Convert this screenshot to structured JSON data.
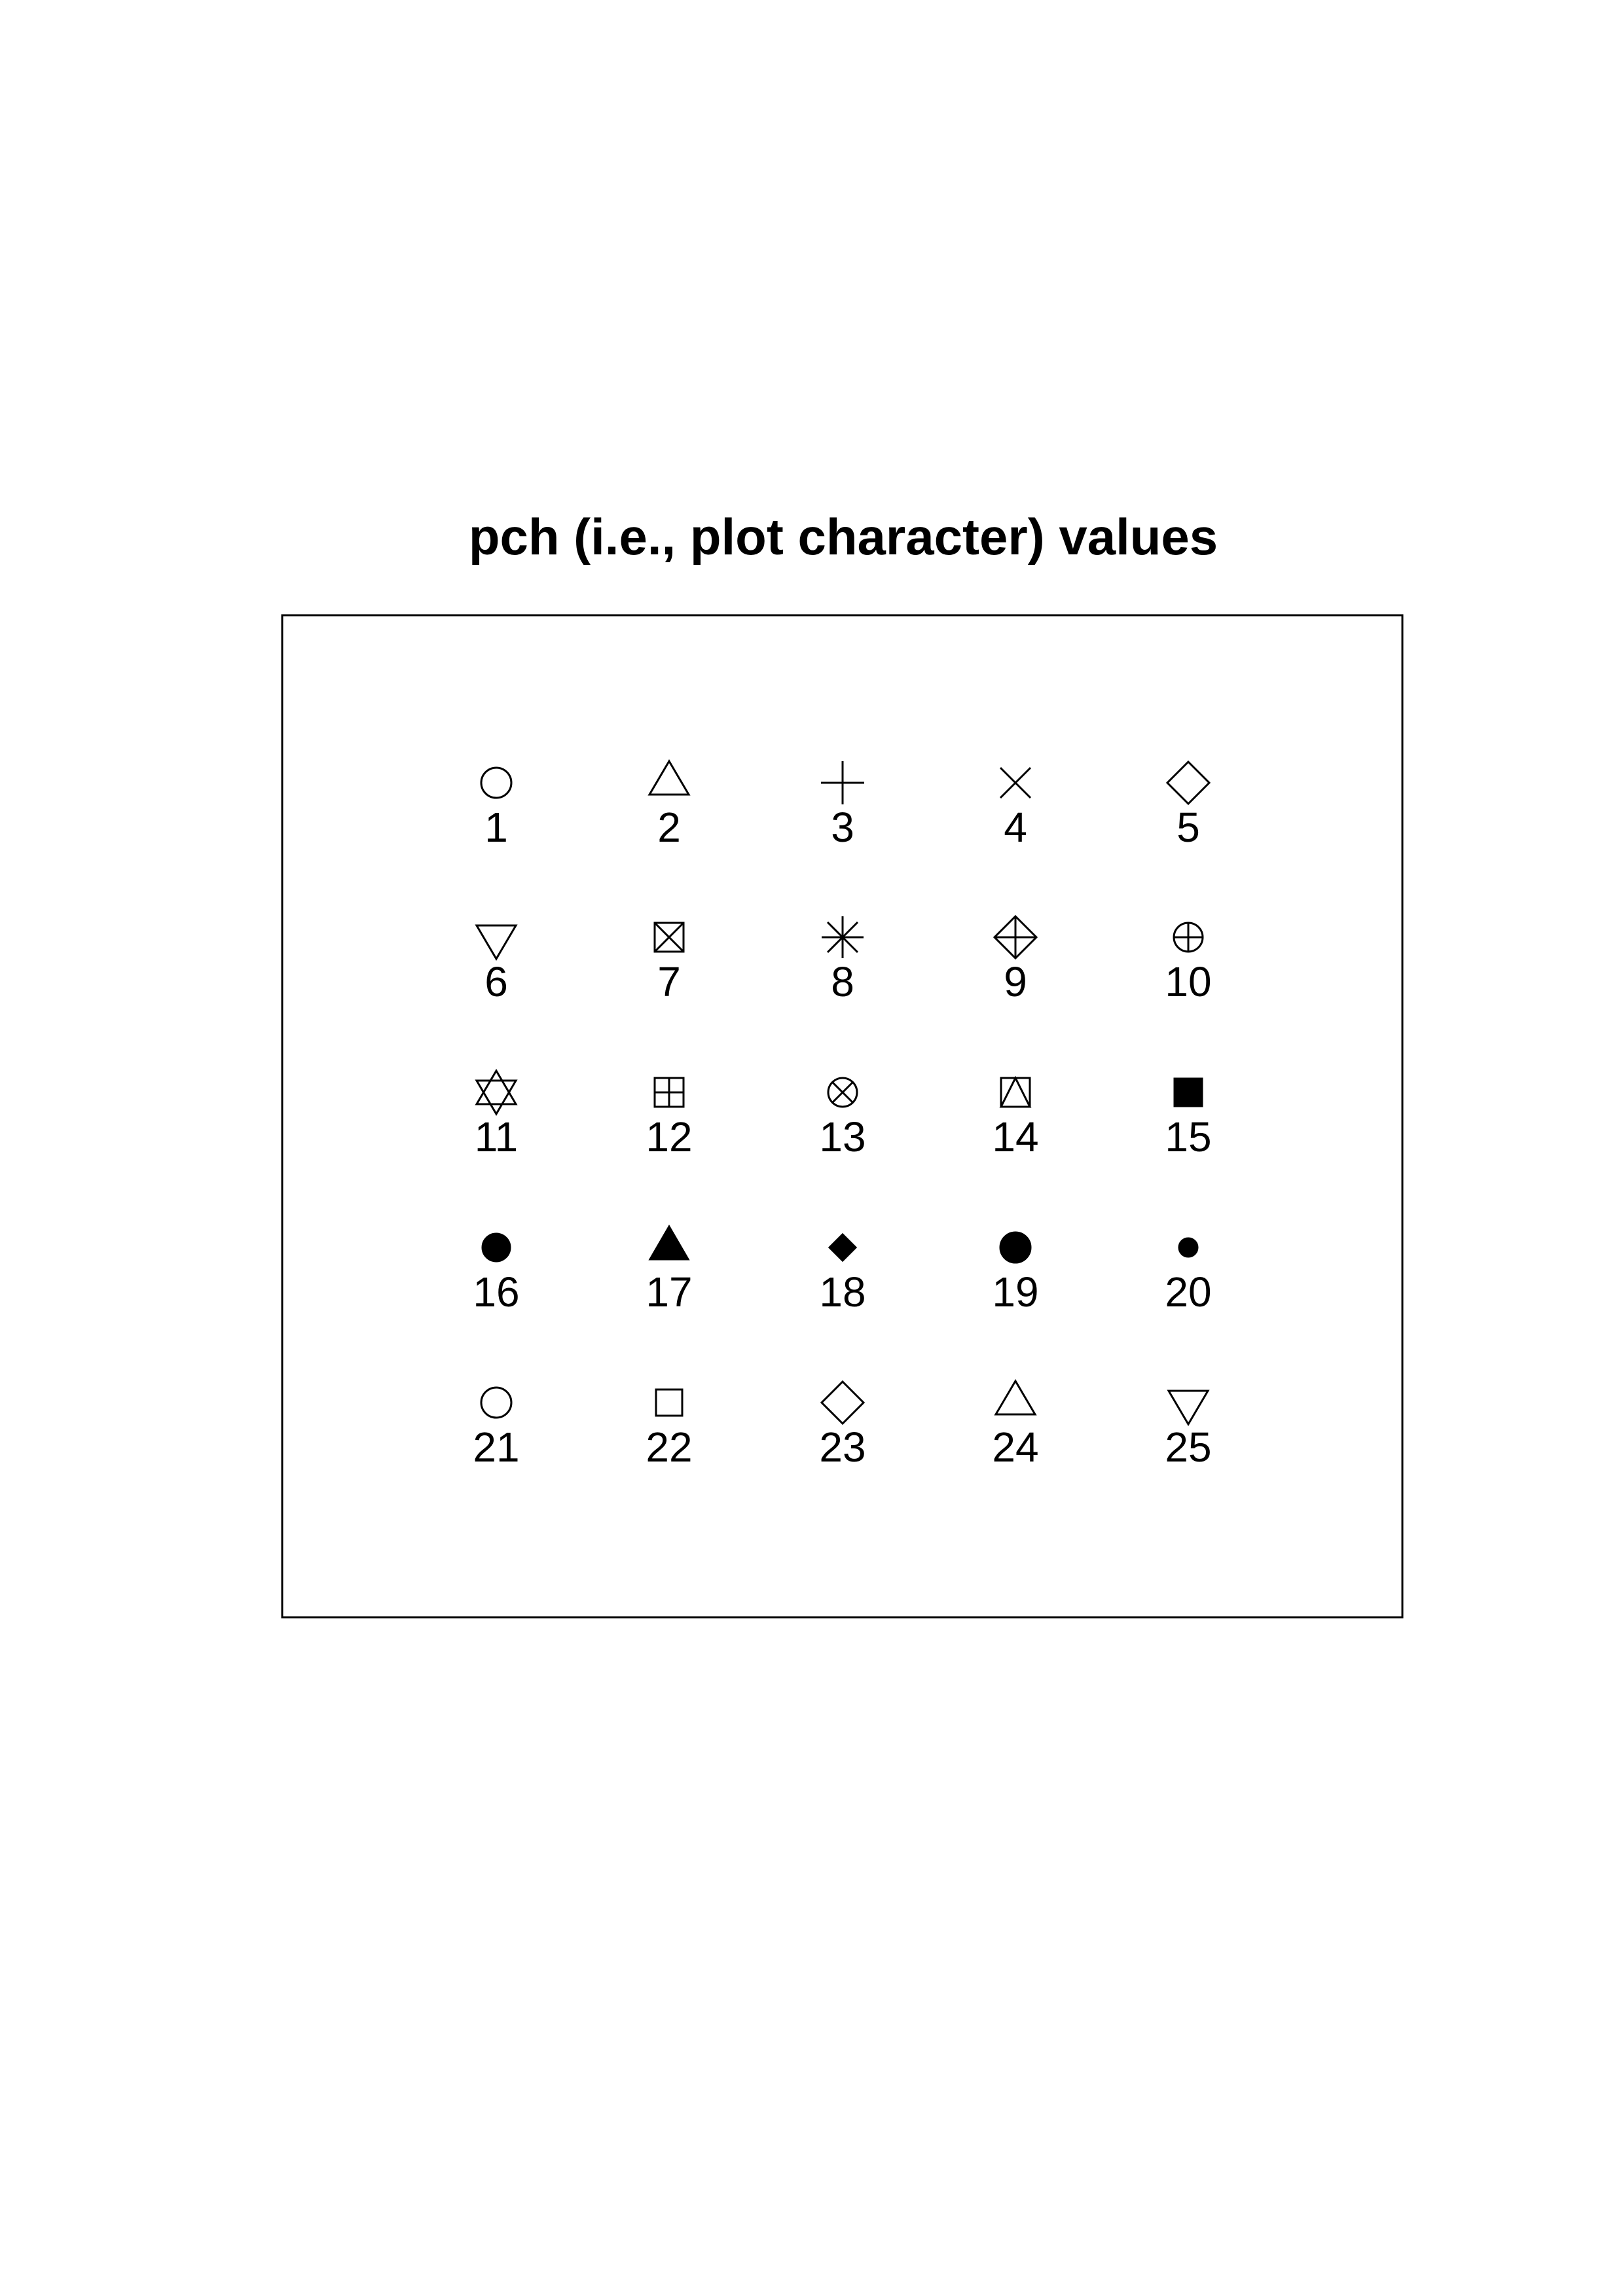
{
  "chart_data": {
    "type": "scatter",
    "title": "pch (i.e., plot character) values",
    "xlabel": "",
    "ylabel": "",
    "axes_shown": false,
    "box": true,
    "grid": false,
    "columns": 5,
    "rows": 5,
    "points": [
      {
        "pch": 1,
        "label": "1",
        "col": 1,
        "row": 1,
        "symbol": "open-circle",
        "filled": false
      },
      {
        "pch": 2,
        "label": "2",
        "col": 2,
        "row": 1,
        "symbol": "open-triangle-up",
        "filled": false
      },
      {
        "pch": 3,
        "label": "3",
        "col": 3,
        "row": 1,
        "symbol": "plus",
        "filled": false
      },
      {
        "pch": 4,
        "label": "4",
        "col": 4,
        "row": 1,
        "symbol": "cross",
        "filled": false
      },
      {
        "pch": 5,
        "label": "5",
        "col": 5,
        "row": 1,
        "symbol": "open-diamond",
        "filled": false
      },
      {
        "pch": 6,
        "label": "6",
        "col": 1,
        "row": 2,
        "symbol": "open-triangle-down",
        "filled": false
      },
      {
        "pch": 7,
        "label": "7",
        "col": 2,
        "row": 2,
        "symbol": "square-cross",
        "filled": false
      },
      {
        "pch": 8,
        "label": "8",
        "col": 3,
        "row": 2,
        "symbol": "asterisk",
        "filled": false
      },
      {
        "pch": 9,
        "label": "9",
        "col": 4,
        "row": 2,
        "symbol": "diamond-plus",
        "filled": false
      },
      {
        "pch": 10,
        "label": "10",
        "col": 5,
        "row": 2,
        "symbol": "circle-plus",
        "filled": false
      },
      {
        "pch": 11,
        "label": "11",
        "col": 1,
        "row": 3,
        "symbol": "star-of-david",
        "filled": false
      },
      {
        "pch": 12,
        "label": "12",
        "col": 2,
        "row": 3,
        "symbol": "square-plus",
        "filled": false
      },
      {
        "pch": 13,
        "label": "13",
        "col": 3,
        "row": 3,
        "symbol": "circle-cross",
        "filled": false
      },
      {
        "pch": 14,
        "label": "14",
        "col": 4,
        "row": 3,
        "symbol": "square-triangle",
        "filled": false
      },
      {
        "pch": 15,
        "label": "15",
        "col": 5,
        "row": 3,
        "symbol": "filled-square",
        "filled": true
      },
      {
        "pch": 16,
        "label": "16",
        "col": 1,
        "row": 4,
        "symbol": "filled-circle",
        "filled": true
      },
      {
        "pch": 17,
        "label": "17",
        "col": 2,
        "row": 4,
        "symbol": "filled-triangle-up",
        "filled": true
      },
      {
        "pch": 18,
        "label": "18",
        "col": 3,
        "row": 4,
        "symbol": "filled-diamond-small",
        "filled": true
      },
      {
        "pch": 19,
        "label": "19",
        "col": 4,
        "row": 4,
        "symbol": "filled-circle-large",
        "filled": true
      },
      {
        "pch": 20,
        "label": "20",
        "col": 5,
        "row": 4,
        "symbol": "filled-circle-small",
        "filled": true
      },
      {
        "pch": 21,
        "label": "21",
        "col": 1,
        "row": 5,
        "symbol": "open-circle",
        "filled": false
      },
      {
        "pch": 22,
        "label": "22",
        "col": 2,
        "row": 5,
        "symbol": "open-square",
        "filled": false
      },
      {
        "pch": 23,
        "label": "23",
        "col": 3,
        "row": 5,
        "symbol": "open-diamond",
        "filled": false
      },
      {
        "pch": 24,
        "label": "24",
        "col": 4,
        "row": 5,
        "symbol": "open-triangle-up",
        "filled": false
      },
      {
        "pch": 25,
        "label": "25",
        "col": 5,
        "row": 5,
        "symbol": "open-triangle-down",
        "filled": false
      }
    ],
    "colors": {
      "stroke": "#000000",
      "fill": "#000000",
      "background": "#ffffff"
    }
  }
}
